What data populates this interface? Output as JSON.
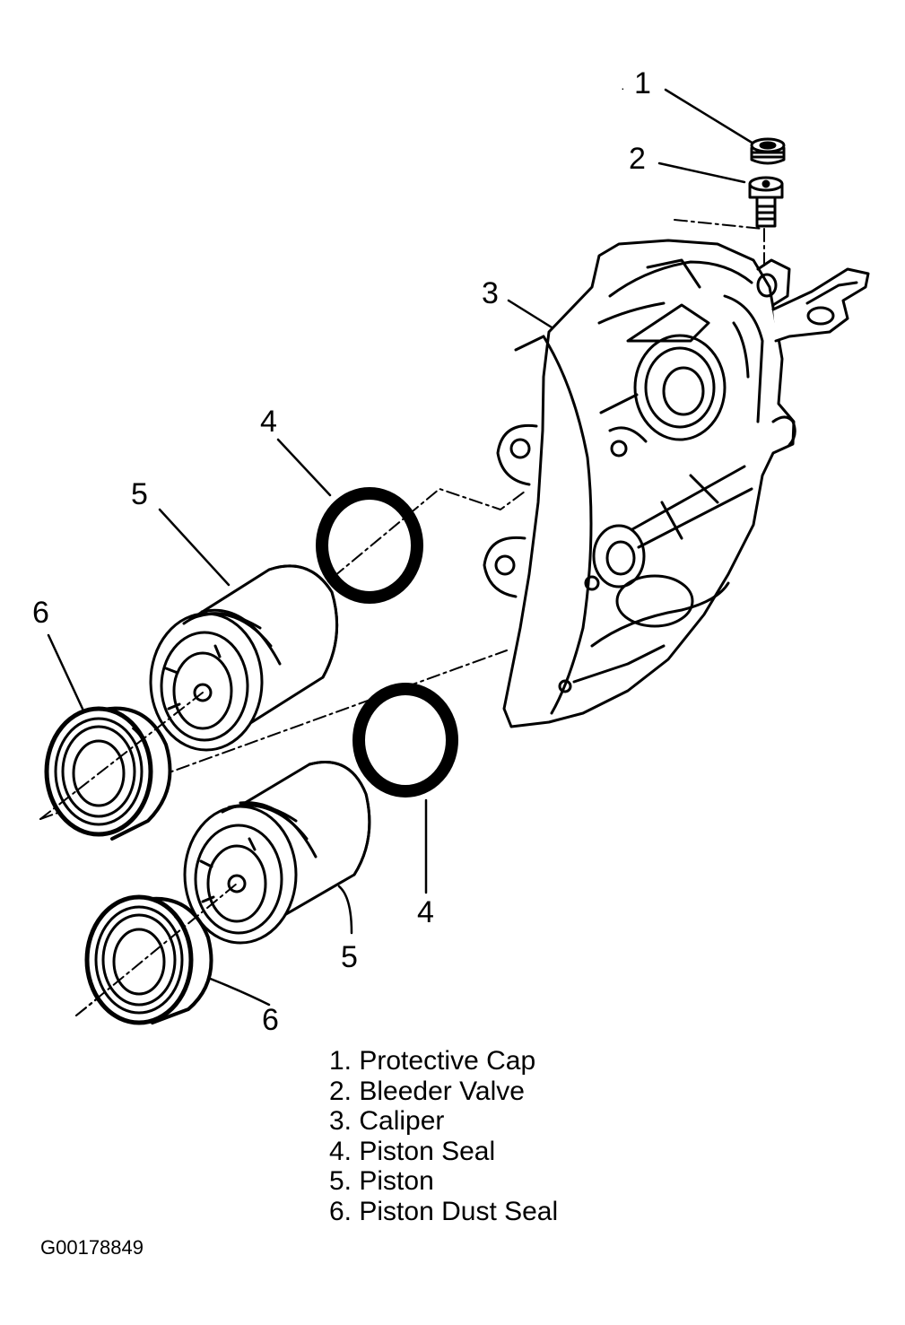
{
  "callouts": {
    "c1": "1",
    "c2": "2",
    "c3": "3",
    "c4_top": "4",
    "c4_bottom": "4",
    "c5_top": "5",
    "c5_bottom": "5",
    "c6_top": "6",
    "c6_bottom": "6"
  },
  "legend": [
    {
      "num": "1.",
      "label": "Protective Cap"
    },
    {
      "num": "2.",
      "label": "Bleeder Valve"
    },
    {
      "num": "3.",
      "label": "Caliper"
    },
    {
      "num": "4.",
      "label": "Piston Seal"
    },
    {
      "num": "5.",
      "label": "Piston"
    },
    {
      "num": "6.",
      "label": "Piston Dust Seal"
    }
  ],
  "figure_id": "G00178849",
  "colors": {
    "ink": "#000000",
    "paper": "#ffffff"
  }
}
